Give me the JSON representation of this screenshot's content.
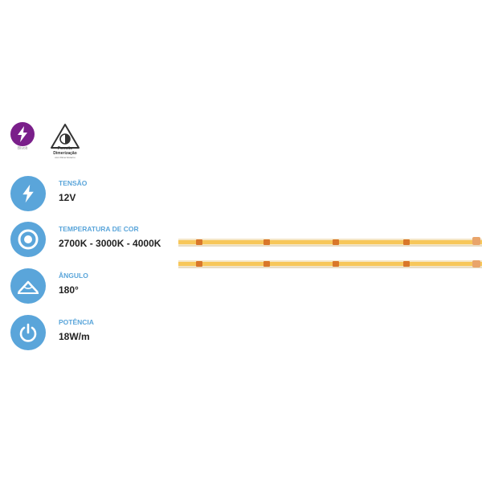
{
  "badges": {
    "plug_caption": "Bivolt",
    "dimmer_line1": "Permite",
    "dimmer_line2": "Dimerização",
    "dimmer_line3": "com Dimer Externo"
  },
  "specs": [
    {
      "label": "TENSÃO",
      "value": "12V",
      "icon": "lightning-icon"
    },
    {
      "label": "TEMPERATURA DE COR",
      "value": "2700K - 3000K - 4000K",
      "icon": "color-temperature-icon"
    },
    {
      "label": "ÂNGULO",
      "value": "180°",
      "icon": "angle-icon"
    },
    {
      "label": "POTÊNCIA",
      "value": "18W/m",
      "icon": "power-icon"
    }
  ],
  "colors": {
    "accent": "#5aa5da",
    "plug_badge": "#7a1f8a",
    "strip_yellow": "#f7c75a",
    "solder_pad": "#d9772a"
  },
  "product_image": "led-strip-image"
}
